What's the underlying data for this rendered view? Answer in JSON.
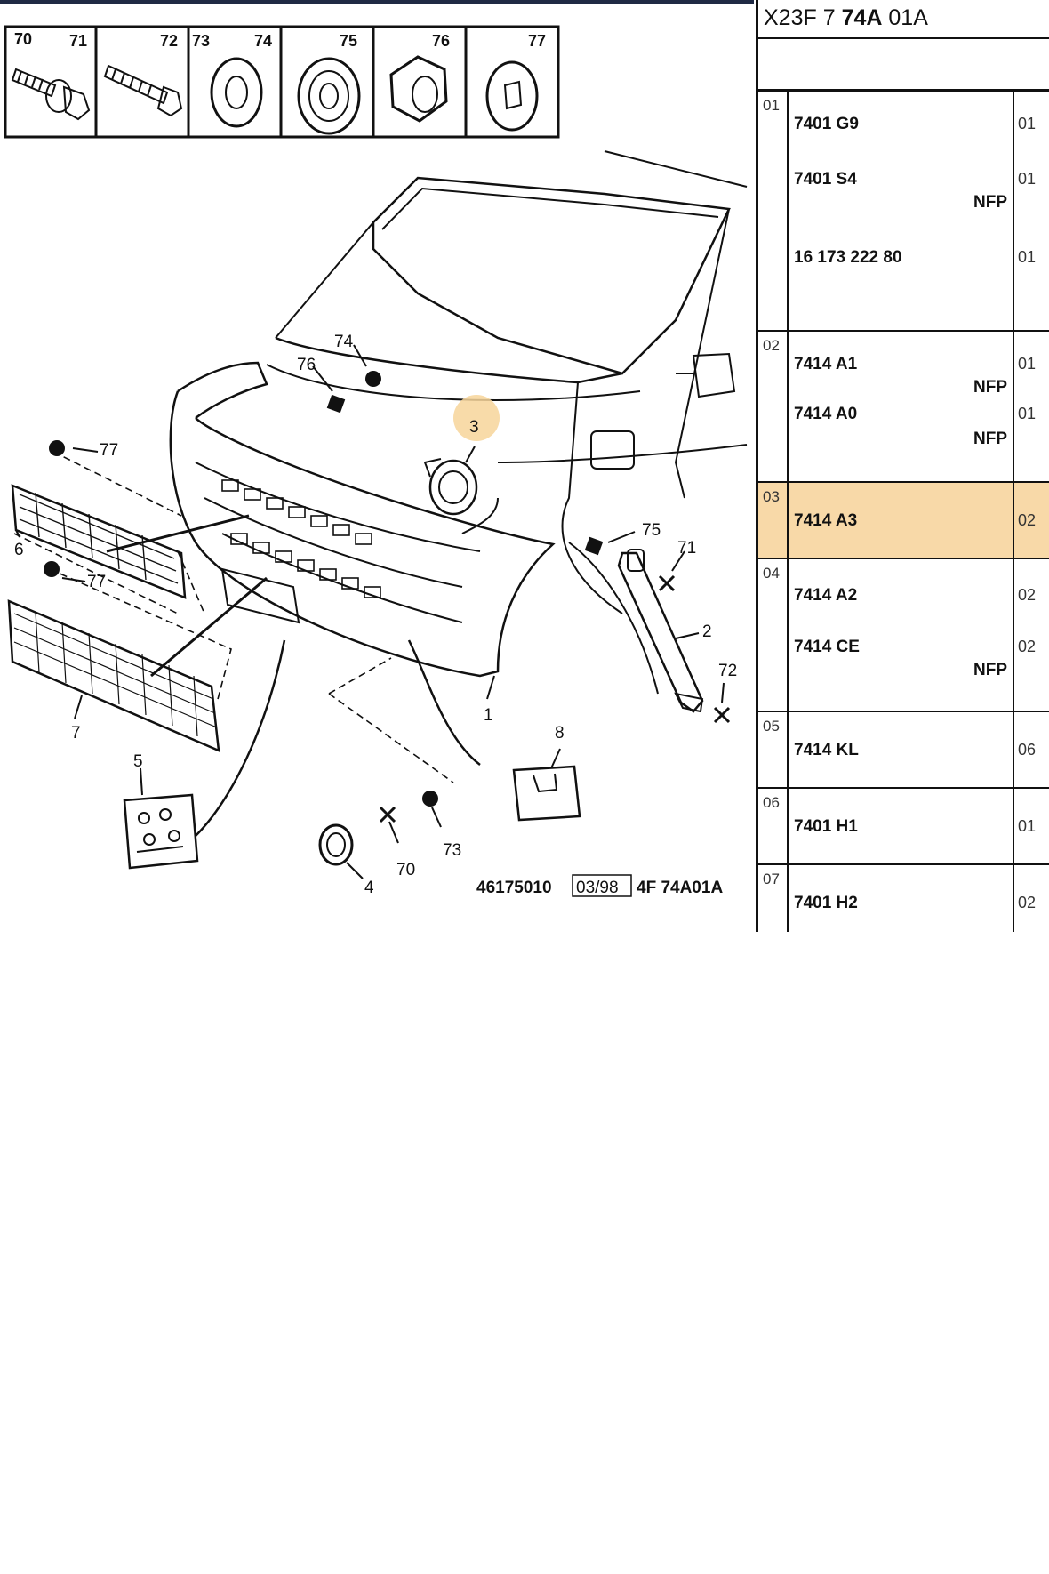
{
  "diagram": {
    "hardware_labels": [
      "70",
      "71",
      "72",
      "73",
      "74",
      "75",
      "76",
      "77"
    ],
    "callouts": [
      "74",
      "76",
      "77",
      "3",
      "6",
      "77",
      "75",
      "71",
      "2",
      "72",
      "7",
      "1",
      "8",
      "5",
      "73",
      "70",
      "4"
    ],
    "highlighted_callout": "3",
    "footer": {
      "ref": "46175010",
      "date": "03/98",
      "code": "4F 74A01A"
    },
    "highlight_color": "#f7d59a"
  },
  "catalog": {
    "header_prefix": "X23F 7 ",
    "header_bold": "74A",
    "header_suffix": " 01A",
    "rows": [
      {
        "idx": "01",
        "lines": [
          {
            "part": "7401 G9",
            "qty": "01"
          },
          {
            "part": "7401 S4",
            "qty": "01",
            "nfp": "NFP"
          },
          {
            "part": "16 173 222 80",
            "qty": "01"
          }
        ]
      },
      {
        "idx": "02",
        "lines": [
          {
            "part": "7414 A1",
            "qty": "01",
            "nfp": "NFP"
          },
          {
            "part": "7414 A0",
            "qty": "01",
            "nfp": "NFP"
          }
        ]
      },
      {
        "idx": "03",
        "highlight": true,
        "lines": [
          {
            "part": "7414 A3",
            "qty": "02"
          }
        ]
      },
      {
        "idx": "04",
        "lines": [
          {
            "part": "7414 A2",
            "qty": "02"
          },
          {
            "part": "7414 CE",
            "qty": "02",
            "nfp": "NFP"
          }
        ]
      },
      {
        "idx": "05",
        "lines": [
          {
            "part": "7414 KL",
            "qty": "06"
          }
        ]
      },
      {
        "idx": "06",
        "lines": [
          {
            "part": "7401 H1",
            "qty": "01"
          }
        ]
      },
      {
        "idx": "07",
        "lines": [
          {
            "part": "7401 H2",
            "qty": "02"
          }
        ]
      }
    ],
    "highlight_color": "#f8d9a8"
  }
}
